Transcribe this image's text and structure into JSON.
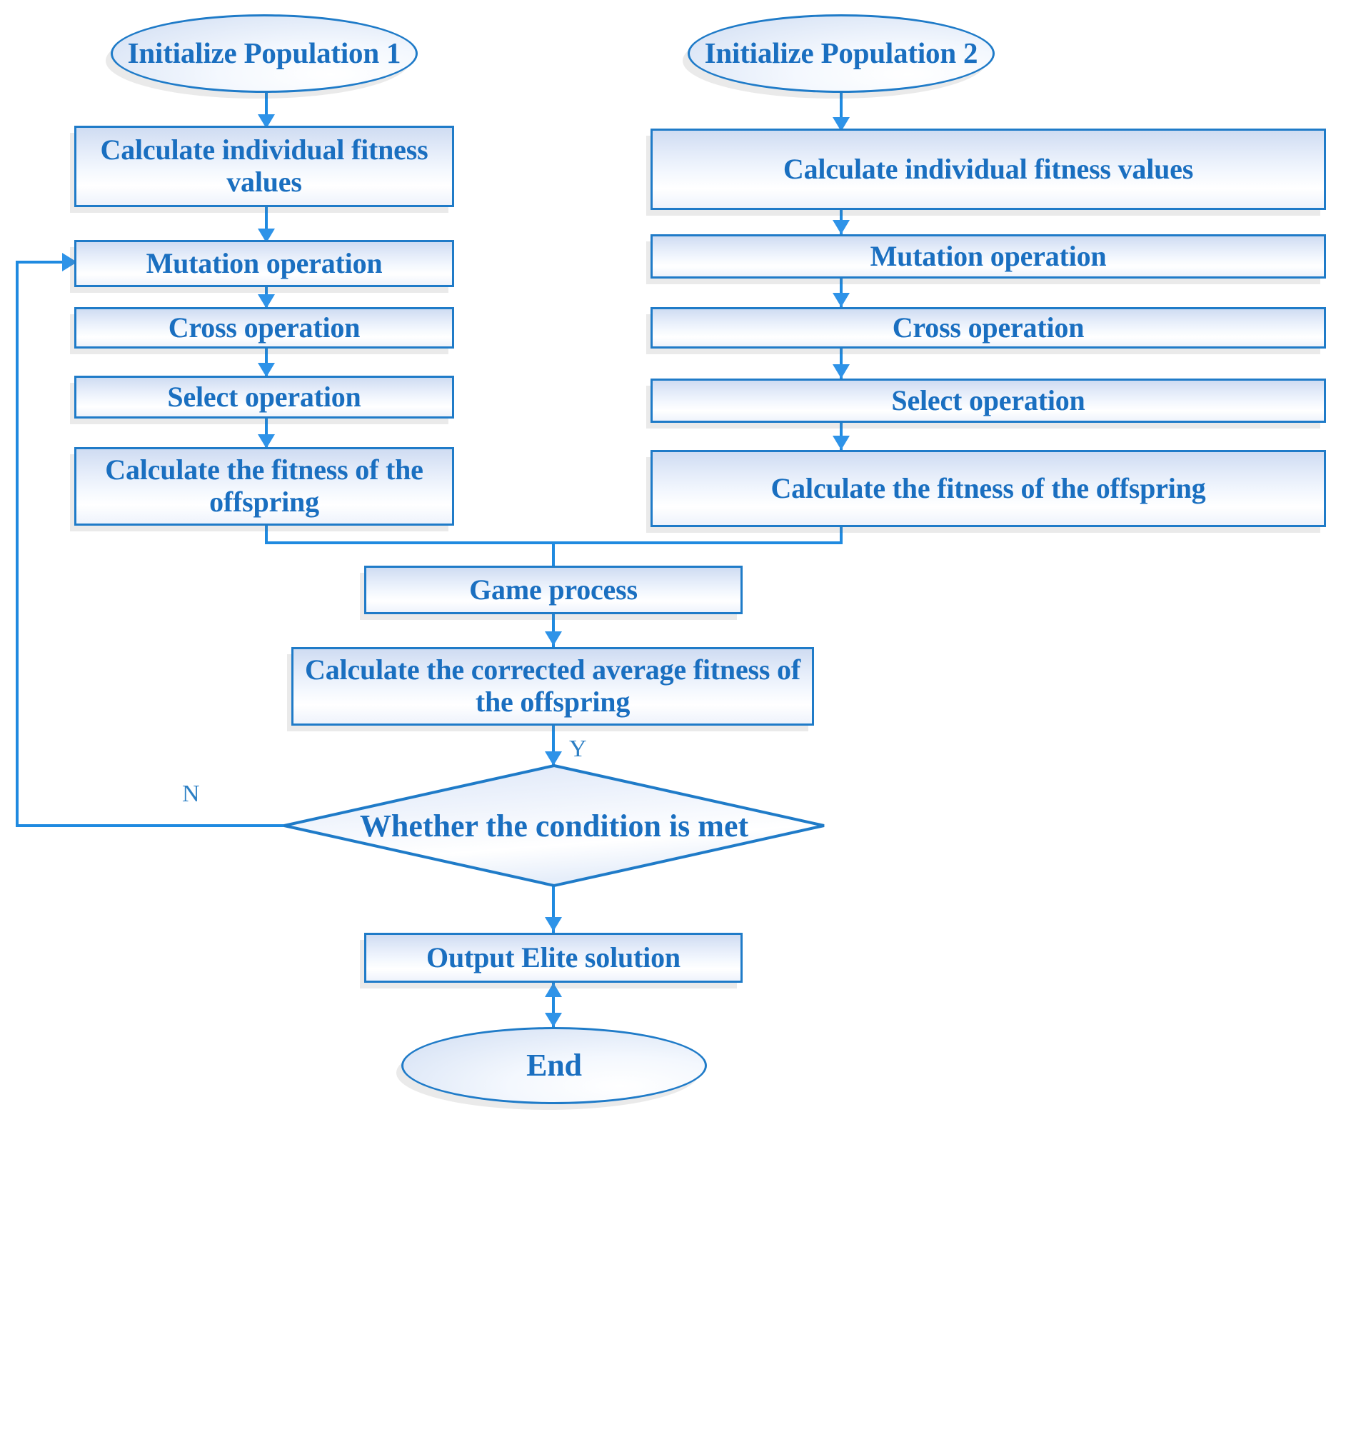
{
  "diagram": {
    "title": "Dual-population game genetic algorithm flowchart",
    "colors": {
      "stroke": "#1F7BC8",
      "arrow": "#2E93E8",
      "text": "#1A6FC0",
      "fill_light": "#ffffff",
      "fill_dark": "#cfdcf2",
      "branch_label": "#2C7FC4"
    },
    "nodes": {
      "start_left": {
        "label": "Initialize Population 1",
        "shape": "ellipse"
      },
      "start_right": {
        "label": "Initialize Population 2",
        "shape": "ellipse"
      },
      "left_fitness": {
        "label": "Calculate individual fitness values",
        "shape": "process"
      },
      "left_mutation": {
        "label": "Mutation operation",
        "shape": "process"
      },
      "left_cross": {
        "label": "Cross operation",
        "shape": "process"
      },
      "left_select": {
        "label": "Select operation",
        "shape": "process"
      },
      "left_offspring": {
        "label": "Calculate the fitness of the offspring",
        "shape": "process"
      },
      "right_fitness": {
        "label": "Calculate individual fitness values",
        "shape": "process"
      },
      "right_mutation": {
        "label": "Mutation operation",
        "shape": "process"
      },
      "right_cross": {
        "label": "Cross operation",
        "shape": "process"
      },
      "right_select": {
        "label": "Select operation",
        "shape": "process"
      },
      "right_offspring": {
        "label": "Calculate the fitness of the offspring",
        "shape": "process"
      },
      "game_process": {
        "label": "Game process",
        "shape": "process"
      },
      "corrected_fitness": {
        "label": "Calculate the corrected average fitness of the offspring",
        "shape": "process"
      },
      "decision": {
        "label": "Whether the condition is met",
        "shape": "diamond"
      },
      "output": {
        "label": "Output Elite solution",
        "shape": "process"
      },
      "end": {
        "label": "End",
        "shape": "ellipse"
      }
    },
    "branches": {
      "yes": "Y",
      "no": "N"
    }
  }
}
